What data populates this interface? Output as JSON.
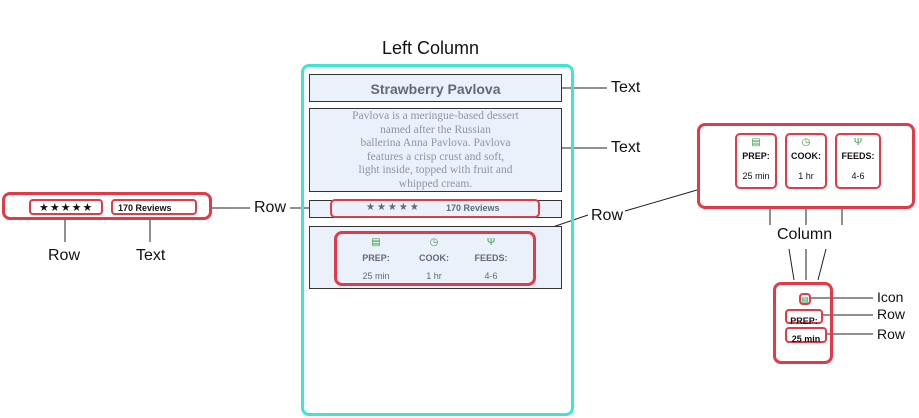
{
  "diagram": {
    "title": "Left Column",
    "callouts": {
      "title_text": "Text",
      "desc_text": "Text",
      "row_left": "Row",
      "row_center": "Row",
      "column": "Column",
      "icon": "Icon",
      "row_prep": "Row",
      "row_time": "Row",
      "bottom_row": "Row",
      "bottom_text": "Text"
    }
  },
  "card": {
    "title": "Strawberry Pavlova",
    "description_lines": [
      "Pavlova is a meringue-based dessert",
      "named after the Russian",
      "ballerina Anna Pavlova. Pavlova",
      "features a crisp crust and soft,",
      "light inside, topped with fruit and",
      "whipped cream."
    ],
    "stars": "★★★★★",
    "reviews": "170 Reviews",
    "info": [
      {
        "icon": "timer-icon",
        "label": "PREP:",
        "value": "25 min"
      },
      {
        "icon": "stopwatch-icon",
        "label": "COOK:",
        "value": "1 hr"
      },
      {
        "icon": "utensils-icon",
        "label": "FEEDS:",
        "value": "4-6"
      }
    ]
  },
  "colors": {
    "frame": "#3ee6d0",
    "highlight": "#e23a47",
    "panel": "#eaf1fb",
    "icon": "#3aa04a"
  }
}
